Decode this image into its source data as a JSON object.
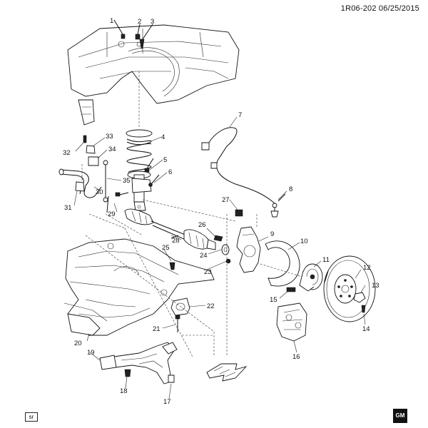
{
  "header": {
    "code": "1R06-202",
    "date": "06/25/2015",
    "text": "1R06-202  06/25/2015"
  },
  "footer": {
    "left_tag": "sr",
    "logo_text": "GM"
  },
  "callouts": [
    "1",
    "2",
    "3",
    "4",
    "5",
    "6",
    "7",
    "8",
    "9",
    "10",
    "11",
    "12",
    "13",
    "14",
    "15",
    "16",
    "17",
    "18",
    "19",
    "20",
    "21",
    "22",
    "23",
    "24",
    "25",
    "26",
    "27",
    "28",
    "29",
    "30",
    "31",
    "32",
    "33",
    "34",
    "35"
  ]
}
